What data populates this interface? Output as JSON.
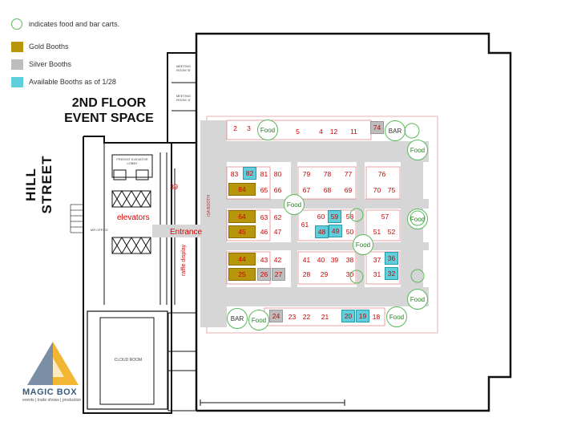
{
  "legend": {
    "food_carts": "indicates food and bar carts.",
    "gold": "Gold Booths",
    "silver": "Silver Booths",
    "available": "Available Booths as of 1/28"
  },
  "colors": {
    "gold": "#b8960c",
    "silver": "#bdbdbd",
    "available": "#5fd0db",
    "booth_number": "#cc0000",
    "cart_outline": "#5cb85c"
  },
  "title": {
    "line1": "2ND FLOOR",
    "line2": "EVENT SPACE"
  },
  "street": "HILL STREET",
  "labels": {
    "elevators": "elevators",
    "entrance": "Entrance",
    "raffle": "raffle display",
    "cloud_room": "CLOUD ROOM",
    "meeting_b": "MEETING ROOM 'B'",
    "meeting_a": "MEETING ROOM 'A'",
    "freight_lobby": "FREIGHT ELEVATOR LOBBY",
    "mr_office": "MR OFFICE",
    "isa_booth": "ISA BOOTH",
    "booth_39": "39"
  },
  "logo": {
    "name": "MAGIC BOX",
    "tagline": "events | trade shows | production"
  },
  "carts": {
    "food": "Food",
    "bar": "BAR"
  },
  "booths": {
    "b2": "2",
    "b3": "3",
    "b5": "5",
    "b4": "4",
    "b12": "12",
    "b11": "11",
    "b74": "74",
    "b83": "83",
    "b82": "82",
    "b81": "81",
    "b80": "80",
    "b79": "79",
    "b78": "78",
    "b77": "77",
    "b76": "76",
    "b84": "84",
    "b65": "65",
    "b66": "66",
    "b67": "67",
    "b68": "68",
    "b69": "69",
    "b70": "70",
    "b75": "75",
    "b64": "64",
    "b63": "63",
    "b62": "62",
    "b61": "61",
    "b60": "60",
    "b59": "59",
    "b58": "58",
    "b57": "57",
    "b45": "45",
    "b46": "46",
    "b47": "47",
    "b48": "48",
    "b49": "49",
    "b50": "50",
    "b51": "51",
    "b52": "52",
    "b44": "44",
    "b43": "43",
    "b42": "42",
    "b41": "41",
    "b40": "40",
    "b39": "39",
    "b38": "38",
    "b37": "37",
    "b36": "36",
    "b25": "25",
    "b26": "26",
    "b27": "27",
    "b28": "28",
    "b29": "29",
    "b30": "30",
    "b31": "31",
    "b32": "32",
    "b24": "24",
    "b23": "23",
    "b22": "22",
    "b21": "21",
    "b20": "20",
    "b19": "19",
    "b18": "18"
  }
}
